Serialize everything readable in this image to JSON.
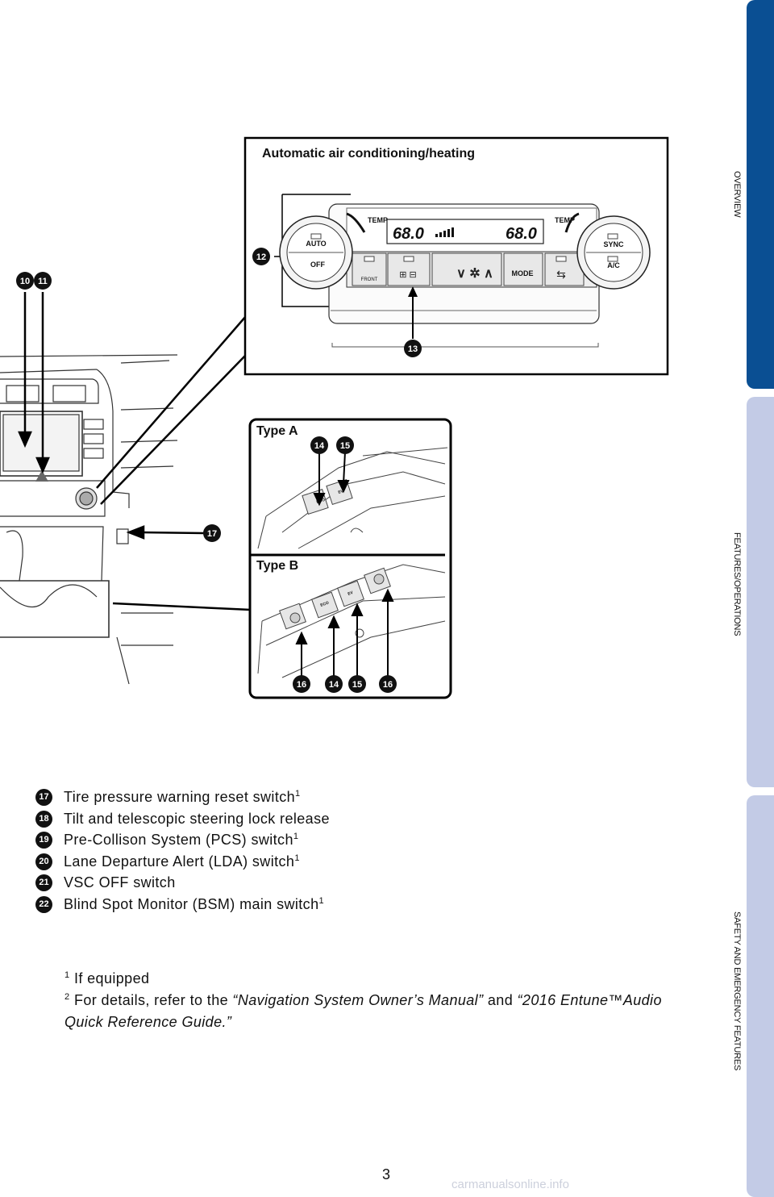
{
  "side_tabs": [
    {
      "label": "OVERVIEW",
      "color": "#0a4f93"
    },
    {
      "label": "FEATURES/OPERATIONS",
      "color": "#c3cbe6"
    },
    {
      "label": "SAFETY AND EMERGENCY FEATURES",
      "color": "#c3cbe6"
    }
  ],
  "figure": {
    "inset_title": "Automatic air conditioning/heating",
    "type_a": "Type A",
    "type_b": "Type B",
    "panel": {
      "temp_label": "TEMP",
      "temp_left": "68.0",
      "temp_right": "68.0",
      "auto": "AUTO",
      "off": "OFF",
      "sync": "SYNC",
      "ac": "A/C",
      "front": "FRONT",
      "mode": "MODE"
    },
    "switches": {
      "eco": "ECO",
      "ev": "EV",
      "mode_small": "MODE"
    },
    "callouts": [
      "10",
      "11",
      "12",
      "13",
      "14",
      "15",
      "16",
      "17"
    ]
  },
  "legend": [
    {
      "num": "17",
      "text": "Tire pressure warning reset switch",
      "sup": "1"
    },
    {
      "num": "18",
      "text": "Tilt and telescopic steering lock release",
      "sup": ""
    },
    {
      "num": "19",
      "text": "Pre-Collison System (PCS) switch",
      "sup": "1"
    },
    {
      "num": "20",
      "text": "Lane Departure Alert (LDA) switch",
      "sup": "1"
    },
    {
      "num": "21",
      "text": "VSC OFF switch",
      "sup": ""
    },
    {
      "num": "22",
      "text": "Blind Spot Monitor (BSM) main switch",
      "sup": "1"
    }
  ],
  "footnotes": {
    "n1": "1",
    "f1": "If equipped",
    "n2": "2",
    "f2_start": "For details, refer to the ",
    "f2_em1": "“Navigation System Owner’s Manual”",
    "f2_mid": " and ",
    "f2_em2": "“2016 Entune™Audio Quick Reference Guide.”"
  },
  "page_number": "3",
  "watermark": "carmanualsonline.info"
}
